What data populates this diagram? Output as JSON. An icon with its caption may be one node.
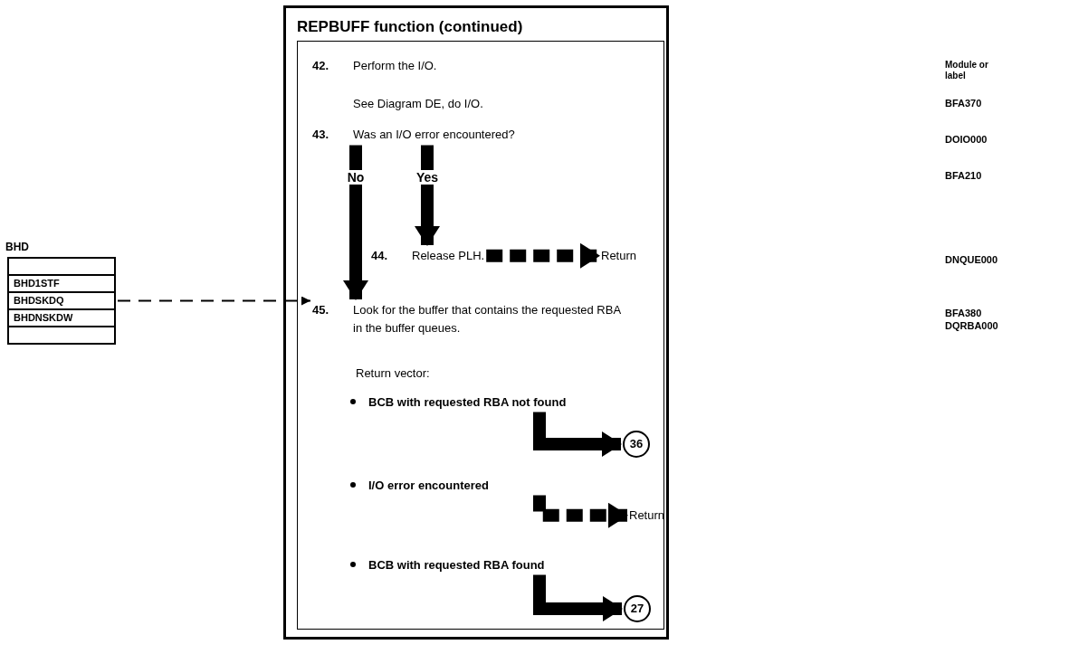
{
  "diagram": {
    "nodes": [
      {
        "text": [
          "REPBUFF function (continued)"
        ]
      },
      {
        "text": [
          "BHD"
        ]
      },
      {
        "text": [],
        "shape": "box",
        "in": 1
      },
      {
        "text": [
          "BHD1STF"
        ],
        "in": 1
      },
      {
        "text": [
          "BHDSKDQ"
        ],
        "in": 1
      },
      {
        "text": [
          "BHDNSKDW"
        ],
        "in": 1
      },
      {
        "text": [],
        "shape": "box",
        "in": 1
      },
      {
        "text": [
          "43.",
          "Was an I/O error encountered?"
        ],
        "in": 0
      },
      {
        "text": [
          "44.",
          "Release PLH."
        ],
        "in": 0
      },
      {
        "text": [
          "Return"
        ],
        "in": 0
      },
      {
        "text": [
          "45.",
          "Look for the buffer that contains the requested RBA in the buffer queues."
        ],
        "in": 0
      },
      {
        "text": [
          "BCB with requested RBA not found"
        ],
        "in": 0
      },
      {
        "text": [
          "36"
        ],
        "in": 0
      },
      {
        "text": [
          "I/O error encountered"
        ],
        "in": 0
      },
      {
        "text": [
          "Return"
        ],
        "in": 0
      },
      {
        "text": [
          "BCB with requested RBA found"
        ],
        "in": 0
      },
      {
        "text": [
          "27"
        ],
        "in": 0
      }
    ],
    "edges": [
      {
        "from": 7,
        "to": 10,
        "arrow": "to",
        "label": "No"
      },
      {
        "from": 7,
        "to": 8,
        "arrow": "to",
        "label": "Yes"
      },
      {
        "from": 8,
        "to": 9,
        "arrow": "to",
        "style": "dashed"
      },
      {
        "from": 4,
        "to": 10,
        "arrow": "to",
        "style": "dashed"
      },
      {
        "from": 11,
        "to": 12,
        "arrow": "to"
      },
      {
        "from": 13,
        "to": 14,
        "arrow": "to",
        "style": "dashed"
      },
      {
        "from": 15,
        "to": 16,
        "arrow": "to"
      }
    ],
    "labels": [
      "Module or label",
      "42.",
      "Perform the I/O.",
      "BFA370",
      "See Diagram DE, do I/O.",
      "DOIO000",
      "BFA210",
      "DNQUE000",
      "BFA380",
      "DQRBA000",
      "Return vector:"
    ]
  }
}
